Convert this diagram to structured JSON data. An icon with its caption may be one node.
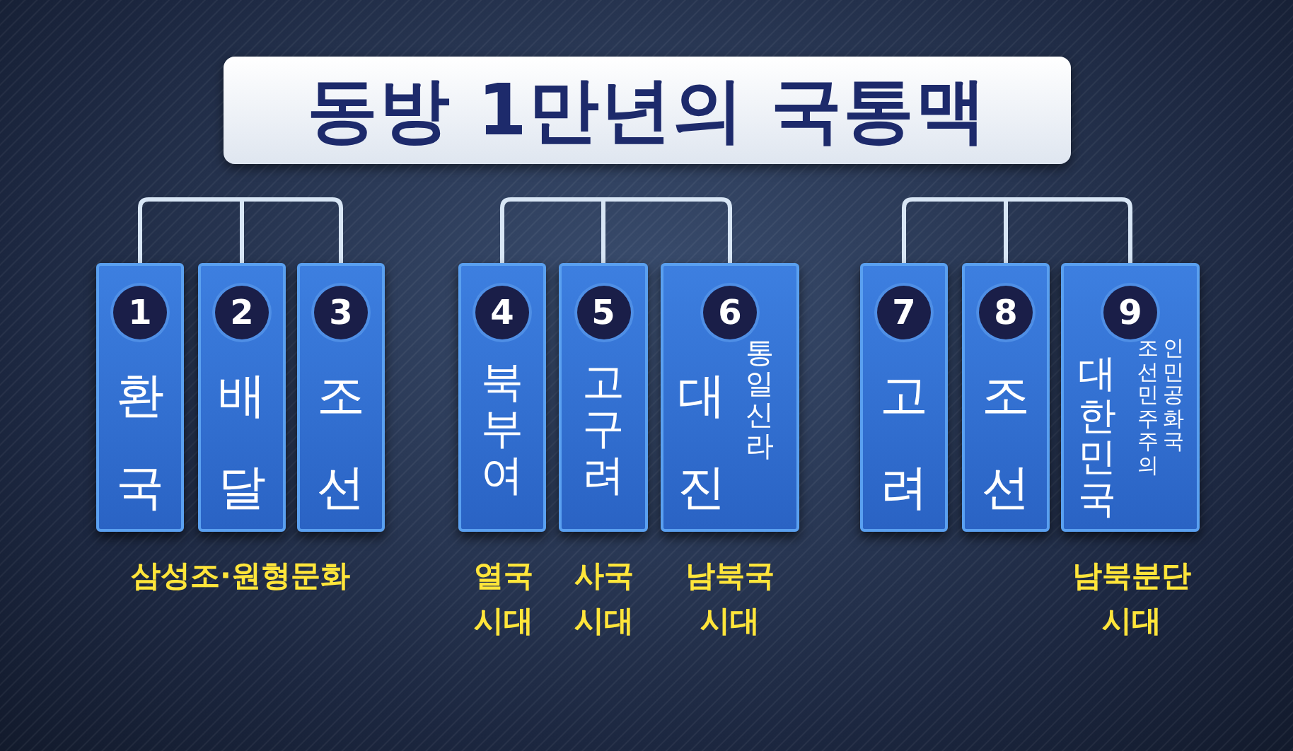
{
  "diagram": {
    "title": "동방 1만년의 국통맥",
    "nodes": [
      {
        "text": [
          "1",
          "환국"
        ]
      },
      {
        "text": [
          "2",
          "배달"
        ]
      },
      {
        "text": [
          "3",
          "조선"
        ]
      },
      {
        "text": [
          "4",
          "북부여"
        ]
      },
      {
        "text": [
          "5",
          "고구려"
        ]
      },
      {
        "text": [
          "6",
          "대진",
          "통일신라"
        ]
      },
      {
        "text": [
          "7",
          "고려"
        ]
      },
      {
        "text": [
          "8",
          "조선"
        ]
      },
      {
        "text": [
          "9",
          "대한민국",
          "조선민주주의 인민공화국"
        ]
      }
    ],
    "labels": [
      "삼성조·원형문화",
      "열국 시대",
      "사국 시대",
      "남북국 시대",
      "남북분단 시대"
    ]
  }
}
